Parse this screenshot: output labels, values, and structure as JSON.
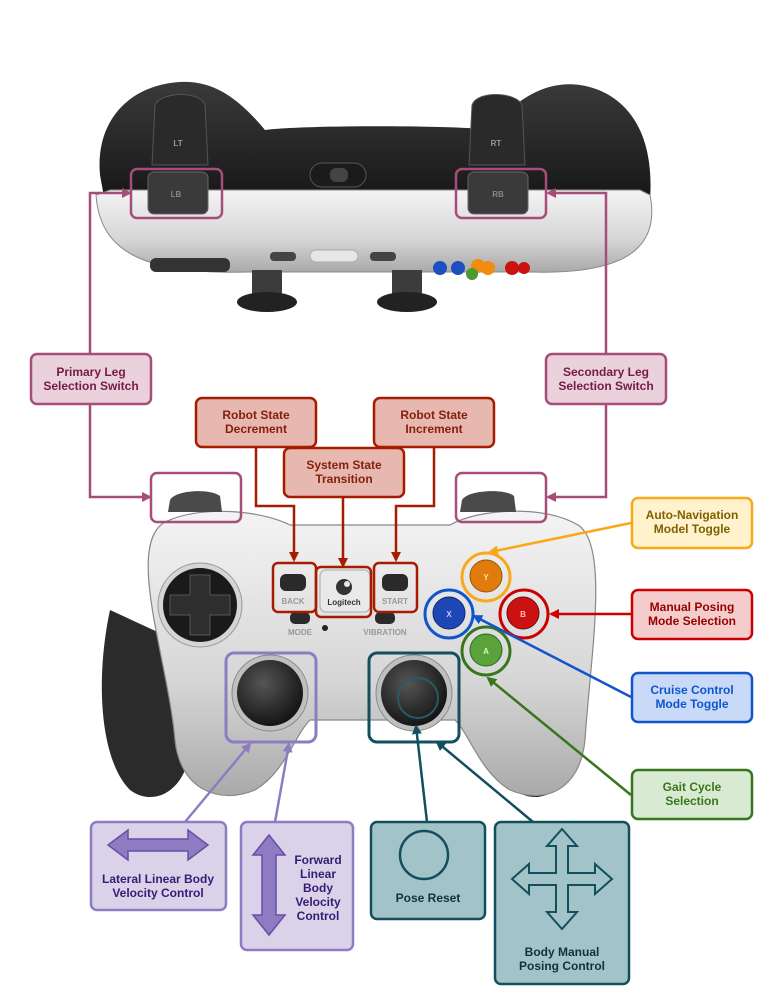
{
  "controller": {
    "brand": "Logitech",
    "top_buttons": {
      "lt": "LT",
      "lb": "LB",
      "rt": "RT",
      "rb": "RB"
    },
    "small_buttons": {
      "back": "BACK",
      "start": "START",
      "mode": "MODE",
      "vibration": "VIBRATION"
    },
    "face_buttons": {
      "y": "Y",
      "x": "X",
      "b": "B",
      "a": "A"
    }
  },
  "labels": {
    "primary_leg_1": "Primary Leg",
    "primary_leg_2": "Selection Switch",
    "secondary_leg_1": "Secondary Leg",
    "secondary_leg_2": "Selection Switch",
    "state_decrement_1": "Robot State",
    "state_decrement_2": "Decrement",
    "state_increment_1": "Robot State",
    "state_increment_2": "Increment",
    "system_transition_1": "System State",
    "system_transition_2": "Transition",
    "auto_nav_1": "Auto-Navigation",
    "auto_nav_2": "Model Toggle",
    "manual_posing_1": "Manual Posing",
    "manual_posing_2": "Mode Selection",
    "cruise_1": "Cruise Control",
    "cruise_2": "Mode Toggle",
    "gait_1": "Gait Cycle",
    "gait_2": "Selection",
    "lateral_1": "Lateral Linear Body",
    "lateral_2": "Velocity Control",
    "forward_1": "Forward",
    "forward_2": "Linear",
    "forward_3": "Body",
    "forward_4": "Velocity",
    "forward_5": "Control",
    "pose_reset": "Pose Reset",
    "body_manual_1": "Body Manual",
    "body_manual_2": "Posing Control"
  },
  "colors": {
    "pink": "#a64d79",
    "pink_fill": "#ead1dc",
    "red_dark": "#a61c00",
    "red_fill": "#e6b8af",
    "orange": "#f9a81a",
    "orange_fill": "#fff2cc",
    "red": "#cc0000",
    "red_light_fill": "#f4cccc",
    "blue": "#1155cc",
    "blue_fill": "#c9daf8",
    "green": "#38761d",
    "green_fill": "#d9ead3",
    "purple": "#8e7cc3",
    "purple_fill": "#d9d2e9",
    "teal": "#134f5c",
    "teal_fill": "#a2c4c9"
  }
}
